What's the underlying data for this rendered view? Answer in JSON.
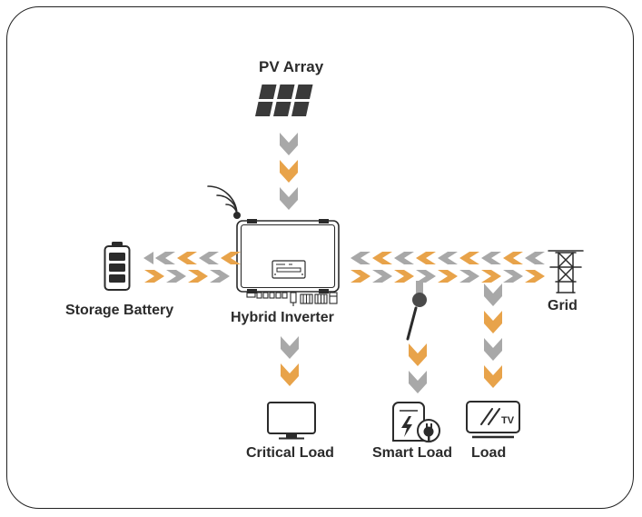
{
  "diagram": {
    "title_visible": false,
    "type": "hybrid-solar-energy-system-flow",
    "colors": {
      "arrow_gray": "#a8a8a8",
      "arrow_orange": "#e8a34a",
      "icon_dark": "#3a3a3a",
      "text": "#2b2b2b",
      "border": "#222222",
      "background": "#ffffff"
    },
    "nodes": [
      {
        "id": "pv-array",
        "label": "PV Array",
        "icon": "solar-panel-icon"
      },
      {
        "id": "hybrid-inverter",
        "label": "Hybrid Inverter",
        "icon": "inverter-icon"
      },
      {
        "id": "storage-battery",
        "label": "Storage Battery",
        "icon": "battery-icon"
      },
      {
        "id": "grid",
        "label": "Grid",
        "icon": "transmission-tower-icon"
      },
      {
        "id": "critical-load",
        "label": "Critical Load",
        "icon": "monitor-icon"
      },
      {
        "id": "smart-load",
        "label": "Smart Load",
        "icon": "smart-appliance-plug-icon"
      },
      {
        "id": "load",
        "label": "Load",
        "icon": "tv-icon"
      }
    ],
    "extras": {
      "wifi_icon": "wifi-signal-icon",
      "switch_icon": "open-switch-icon",
      "tv_badge_text": "TV"
    },
    "flows": [
      {
        "id": "pv-to-inverter",
        "from": "pv-array",
        "to": "hybrid-inverter",
        "direction": "down",
        "arrow_colors": [
          "gray",
          "orange",
          "gray"
        ]
      },
      {
        "id": "battery-bus-left",
        "from": "hybrid-inverter",
        "to": "storage-battery",
        "direction": "left",
        "arrow_colors": [
          "gray",
          "orange",
          "gray",
          "orange"
        ]
      },
      {
        "id": "battery-bus-right",
        "from": "storage-battery",
        "to": "hybrid-inverter",
        "direction": "right",
        "arrow_colors": [
          "orange",
          "gray",
          "orange",
          "gray"
        ]
      },
      {
        "id": "grid-bus-left",
        "from": "grid",
        "to": "hybrid-inverter",
        "direction": "left",
        "arrow_colors": [
          "gray",
          "orange",
          "gray",
          "orange",
          "gray",
          "orange",
          "gray",
          "orange"
        ]
      },
      {
        "id": "grid-bus-right",
        "from": "hybrid-inverter",
        "to": "grid",
        "direction": "right",
        "arrow_colors": [
          "orange",
          "gray",
          "orange",
          "gray",
          "orange",
          "gray",
          "orange",
          "gray"
        ]
      },
      {
        "id": "inverter-to-critical",
        "from": "hybrid-inverter",
        "to": "critical-load",
        "direction": "down",
        "arrow_colors": [
          "gray",
          "orange"
        ]
      },
      {
        "id": "bus-to-smart-load",
        "from": "grid-bus",
        "to": "smart-load",
        "direction": "down",
        "arrow_colors": [
          "orange",
          "gray"
        ]
      },
      {
        "id": "bus-to-load",
        "from": "grid-bus",
        "to": "load",
        "direction": "down",
        "arrow_colors": [
          "gray",
          "orange",
          "gray",
          "orange"
        ]
      }
    ]
  },
  "labels": {
    "pv_array": "PV Array",
    "hybrid_inverter": "Hybrid Inverter",
    "storage_battery": "Storage Battery",
    "grid": "Grid",
    "critical_load": "Critical Load",
    "smart_load": "Smart Load",
    "load": "Load",
    "tv_badge": "TV"
  }
}
